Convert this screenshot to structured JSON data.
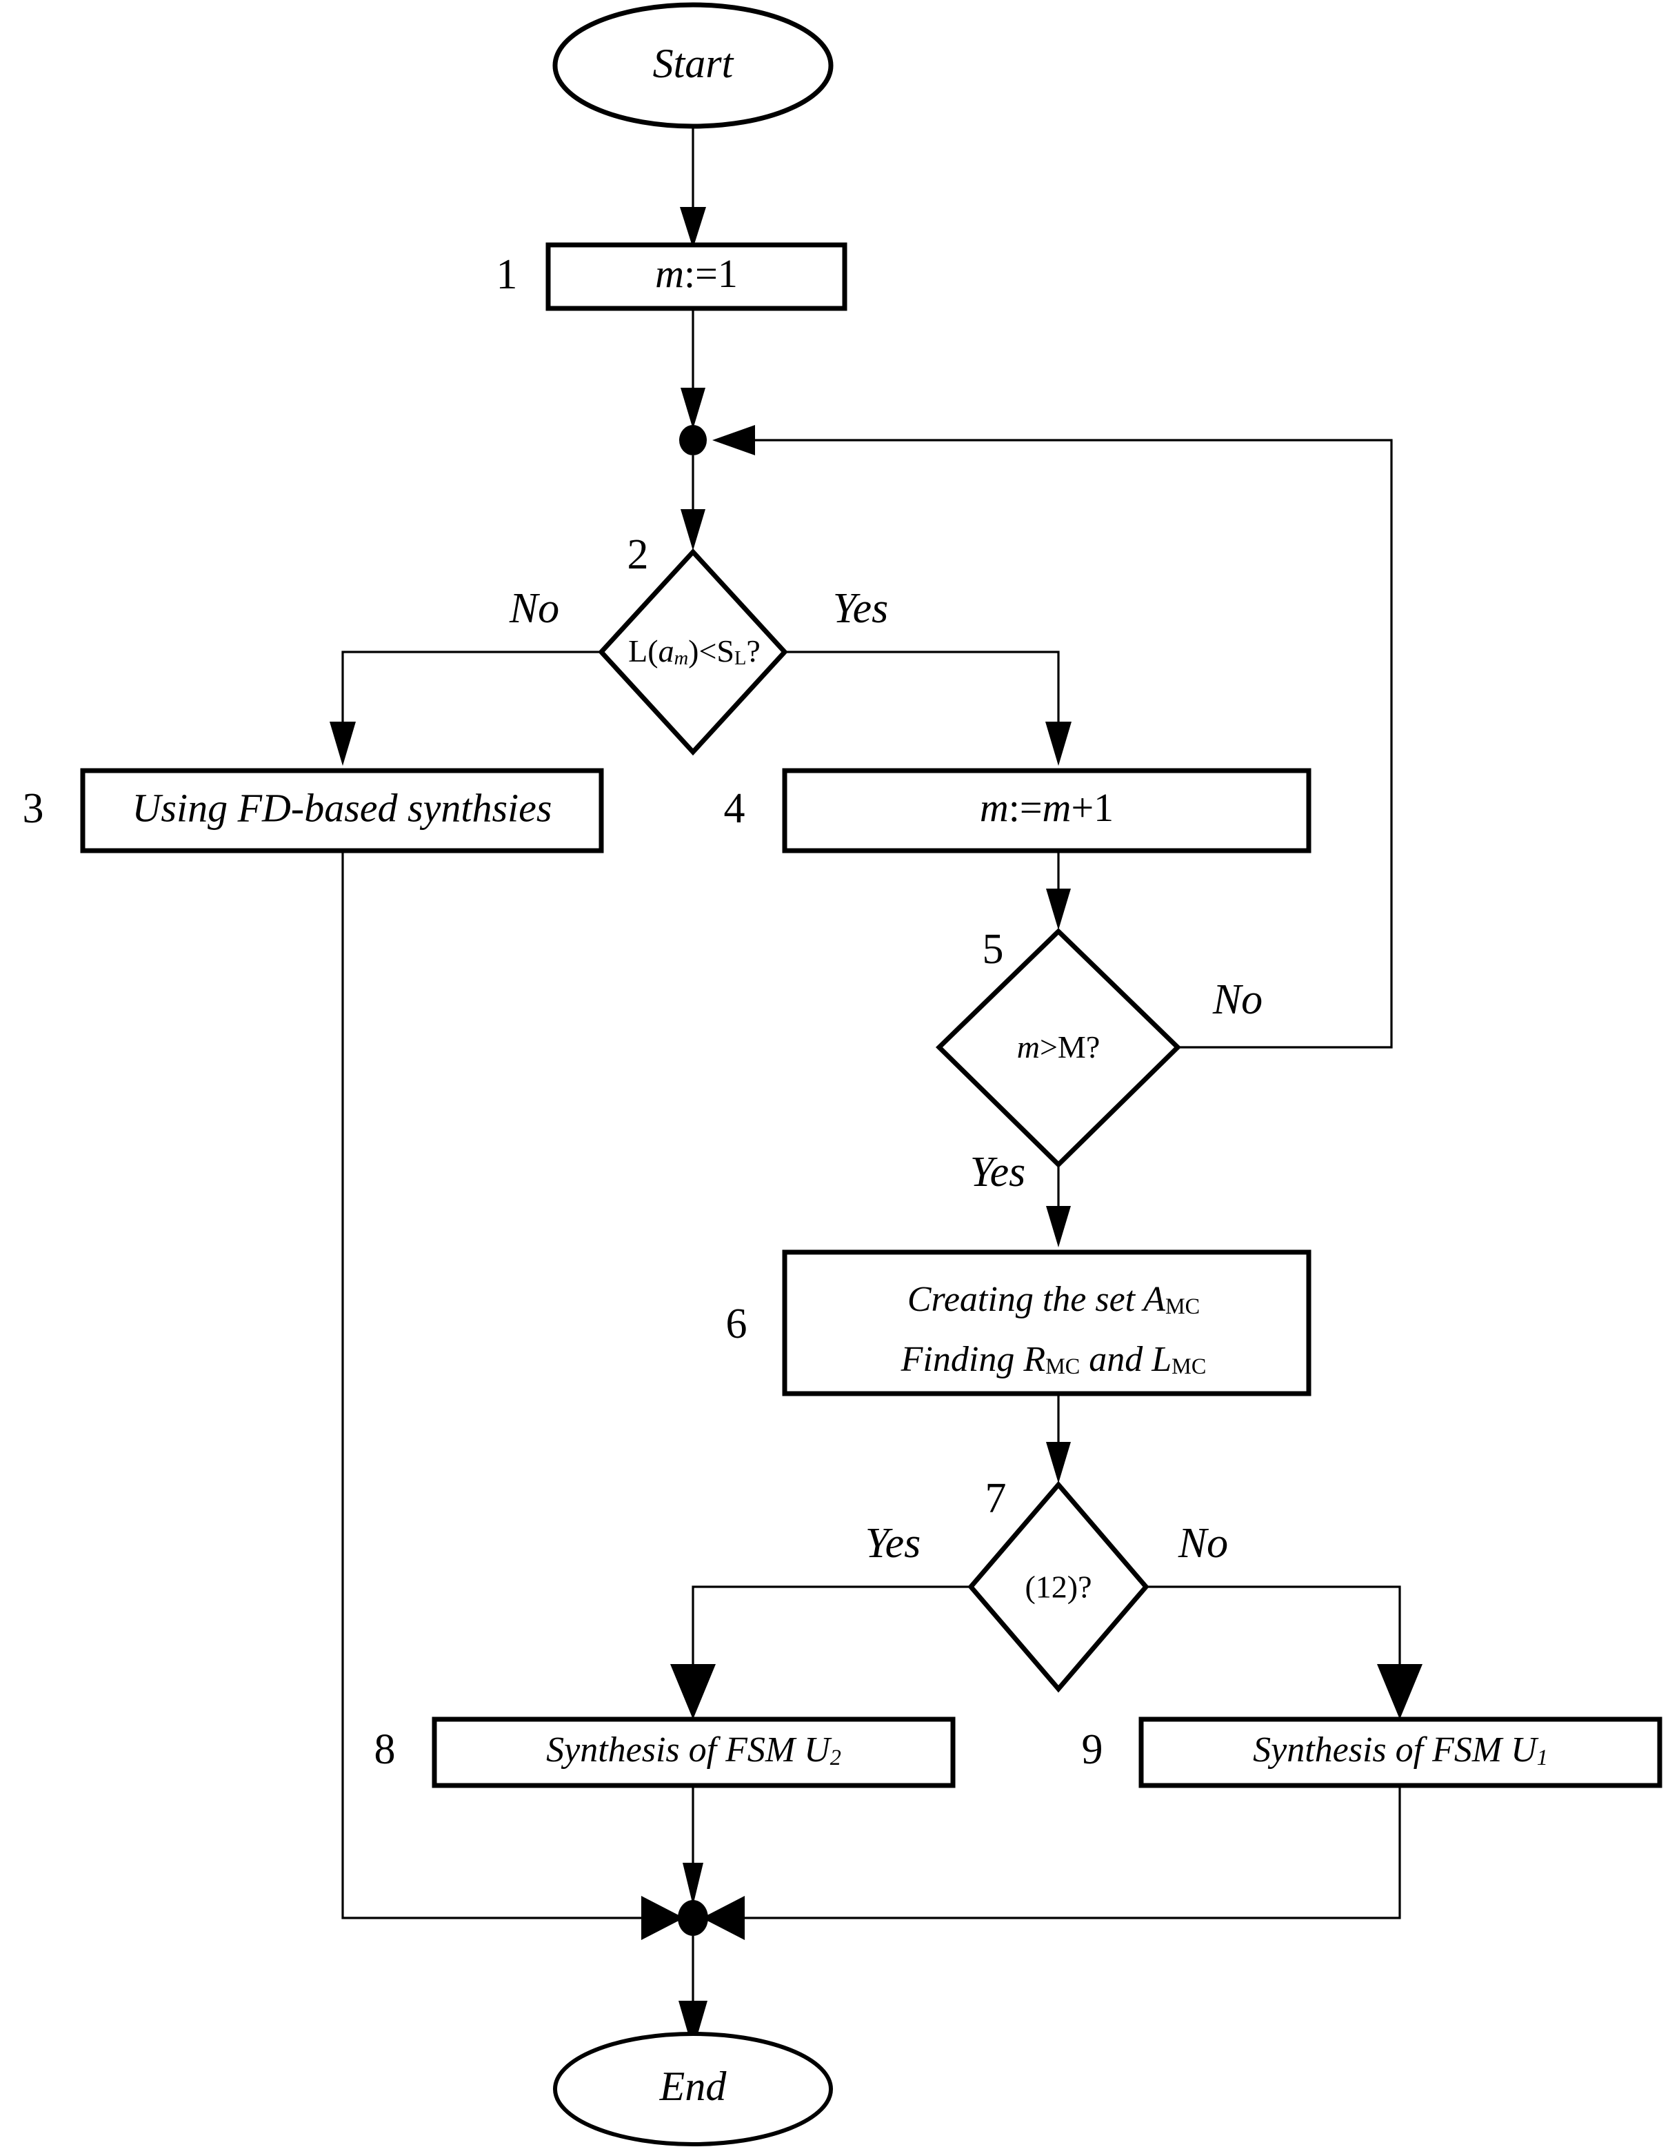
{
  "diagram": {
    "type": "flowchart",
    "title": "",
    "nodes": {
      "start": {
        "label": "Start",
        "shape": "ellipse"
      },
      "n1": {
        "number": "1",
        "label": "m:=1",
        "label_var": "m",
        "label_rest": ":=1",
        "shape": "process"
      },
      "n2": {
        "number": "2",
        "label": "L(a_m)<S_L?",
        "text_pre": "L(",
        "text_var": "a",
        "text_sub1": "m",
        "text_mid": ")<S",
        "text_sub2": "L",
        "text_post": "?",
        "shape": "decision"
      },
      "n3": {
        "number": "3",
        "label": "Using FD-based synthsies",
        "shape": "process"
      },
      "n4": {
        "number": "4",
        "label": "m:=m+1",
        "label_var1": "m",
        "label_mid": ":=",
        "label_var2": "m",
        "label_rest": "+1",
        "shape": "process"
      },
      "n5": {
        "number": "5",
        "label": "m>M?",
        "text_var": "m",
        "text_rest": ">M?",
        "shape": "decision"
      },
      "n6": {
        "number": "6",
        "line1_pre": "Creating the set A",
        "line1_sub": "MC",
        "line2_pre": "Finding R",
        "line2_sub": "MC",
        "line2_mid": " and L",
        "line2_sub2": "MC",
        "shape": "process"
      },
      "n7": {
        "number": "7",
        "label": "(12)?",
        "shape": "decision"
      },
      "n8": {
        "number": "8",
        "label_pre": "Synthesis of FSM U",
        "label_sub": "2",
        "shape": "process"
      },
      "n9": {
        "number": "9",
        "label_pre": "Synthesis of FSM U",
        "label_sub": "1",
        "shape": "process"
      },
      "end": {
        "label": "End",
        "shape": "ellipse"
      }
    },
    "branch_labels": {
      "n2_no": "No",
      "n2_yes": "Yes",
      "n5_no": "No",
      "n5_yes": "Yes",
      "n7_yes": "Yes",
      "n7_no": "No"
    },
    "colors": {
      "stroke": "#000000",
      "fill": "#ffffff",
      "background": "#ffffff"
    }
  }
}
